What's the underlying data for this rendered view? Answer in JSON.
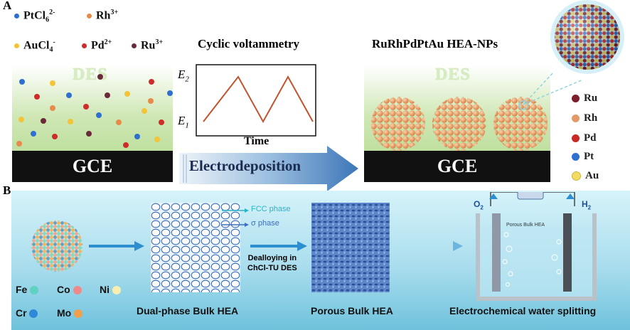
{
  "panel_a": {
    "label": "A",
    "ions": [
      {
        "name": "PtCl",
        "sub": "6",
        "sup": "2-",
        "color": "#2f6fd0"
      },
      {
        "name": "Rh",
        "sub": "",
        "sup": "3+",
        "color": "#e88a4a"
      },
      {
        "name": "AuCl",
        "sub": "4",
        "sup": "-",
        "color": "#f3c43a"
      },
      {
        "name": "Pd",
        "sub": "",
        "sup": "2+",
        "color": "#cf2b2b"
      },
      {
        "name": "Ru",
        "sub": "",
        "sup": "3+",
        "color": "#6b2a3a"
      }
    ],
    "left_box": {
      "solution_label": "DES",
      "electrode_label": "GCE"
    },
    "cv": {
      "title": "Cyclic voltammetry",
      "y_top": "E",
      "y_top_sub": "2",
      "y_bottom": "E",
      "y_bottom_sub": "1",
      "x_label": "Time"
    },
    "arrow_label": "Electrodeposition",
    "right_box": {
      "title": "RuRhPdPtAu HEA-NPs",
      "solution_label": "DES",
      "electrode_label": "GCE"
    },
    "legend": [
      {
        "label": "Ru",
        "color": "#7a1f2b"
      },
      {
        "label": "Rh",
        "color": "#e39a6a"
      },
      {
        "label": "Pd",
        "color": "#c82a28"
      },
      {
        "label": "Pt",
        "color": "#2f6fd0"
      },
      {
        "label": "Au",
        "color": "#f2dd62"
      }
    ],
    "colors": {
      "des_green": "#cfe7b4",
      "electrode": "#111111",
      "arrow": "#3d76b8",
      "np_orange": "#e89a5e"
    }
  },
  "panel_b": {
    "label": "B",
    "elements": [
      {
        "label": "Fe",
        "color": "#5fd1c1"
      },
      {
        "label": "Co",
        "color": "#f08a8a"
      },
      {
        "label": "Ni",
        "color": "#f7eeb0"
      },
      {
        "label": "Cr",
        "color": "#2f88d6"
      },
      {
        "label": "Mo",
        "color": "#f0a04a"
      }
    ],
    "phases": [
      {
        "label": "FCC phase",
        "color": "#29b3c9"
      },
      {
        "label": "σ phase",
        "color": "#3d6fbf"
      }
    ],
    "dealloy_label_line1": "Dealloying in",
    "dealloy_label_line2": "ChCl-TU DES",
    "stage_labels": {
      "dual_phase": "Dual-phase Bulk HEA",
      "porous": "Porous Bulk HEA",
      "water_splitting": "Electrochemical water splitting"
    },
    "cell": {
      "o2": "O",
      "o2_sub": "2",
      "h2": "H",
      "h2_sub": "2",
      "electrode_label": "Porous Bulk HEA"
    },
    "colors": {
      "background_top": "#cdeff7",
      "background_bottom": "#6fc2dc",
      "arrow": "#2d8fd0"
    }
  }
}
